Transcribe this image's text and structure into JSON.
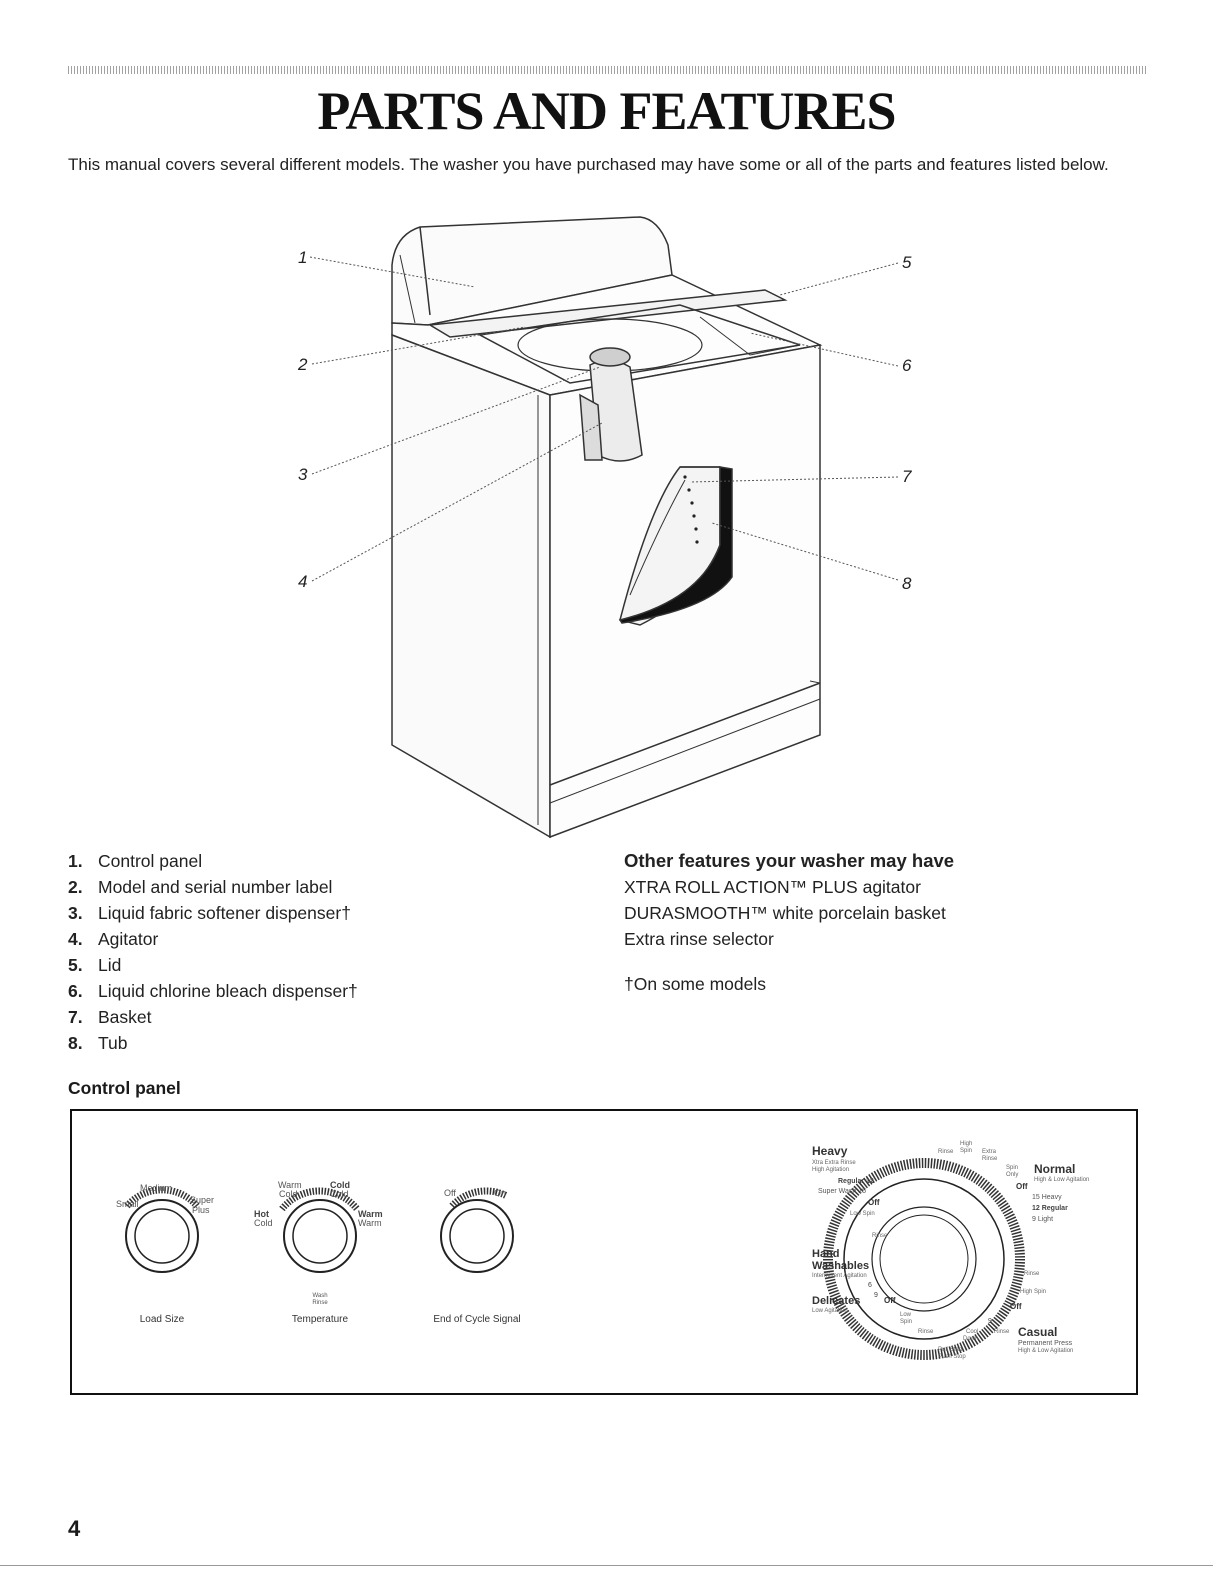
{
  "page": {
    "title": "PARTS AND FEATURES",
    "intro": "This manual covers several different models. The washer you have purchased may have some or all of the parts and features listed below.",
    "page_number": "4"
  },
  "diagram": {
    "callouts": [
      "1",
      "2",
      "3",
      "4",
      "5",
      "6",
      "7",
      "8"
    ]
  },
  "parts": [
    {
      "num": "1.",
      "label": "Control panel"
    },
    {
      "num": "2.",
      "label": "Model and serial number label"
    },
    {
      "num": "3.",
      "label": "Liquid fabric softener dispenser†"
    },
    {
      "num": "4.",
      "label": "Agitator"
    },
    {
      "num": "5.",
      "label": "Lid"
    },
    {
      "num": "6.",
      "label": "Liquid chlorine bleach dispenser†"
    },
    {
      "num": "7.",
      "label": "Basket"
    },
    {
      "num": "8.",
      "label": "Tub"
    }
  ],
  "other_features": {
    "heading": "Other features your washer may have",
    "items": [
      "XTRA ROLL ACTION™ PLUS agitator",
      "DURASMOOTH™ white porcelain basket",
      "Extra rinse selector"
    ],
    "footnote": "†On some models"
  },
  "control_panel": {
    "heading": "Control panel",
    "load_size": {
      "label": "Load Size",
      "options": [
        "Small",
        "Medium",
        "Super",
        "Plus"
      ]
    },
    "temperature": {
      "label": "Temperature",
      "options": [
        "Hot",
        "Cold",
        "Warm",
        "Cold",
        "Cold",
        "Cold",
        "Warm",
        "Warm"
      ],
      "sub": [
        "Wash",
        "Rinse"
      ]
    },
    "end_of_cycle": {
      "label": "End of Cycle Signal",
      "options": [
        "Off",
        "On"
      ]
    },
    "cycle_dial": {
      "heavy": "Heavy",
      "heavy_sub": [
        "Xtra Extra Rinse",
        "High Agitation"
      ],
      "regular_12": "Regular 12",
      "super_wash_15": "Super Wash 15",
      "off_a": "Off",
      "low_spin_a": "Low Spin",
      "rinse_a": "Rinse",
      "hand_washables": [
        "Hand",
        "Washables"
      ],
      "hand_sub": "Intermittent Agitation",
      "six": "6",
      "nine_a": "9",
      "delicates": "Delicates",
      "delicates_sub": "Low Agitation",
      "off_b": "Off",
      "low_spin_b": [
        "Low",
        "Spin"
      ],
      "rinse_b": "Rinse",
      "cool_down": [
        "Cool",
        "Down"
      ],
      "pull_start": [
        "Pull Start",
        "Push Stop"
      ],
      "nine_b": "9",
      "rinse_c": "Rinse",
      "casual": "Casual",
      "permanent_press": "Permanent Press",
      "casual_sub": "High & Low Agitation",
      "off_c": "Off",
      "high_spin": "High Spin",
      "rinse_d": "Rinse",
      "light_9": "9 Light",
      "regular_12b": "12 Regular",
      "heavy_15": "15 Heavy",
      "off_d": "Off",
      "normal": "Normal",
      "normal_sub": "High & Low Agitation",
      "spin_only": [
        "Spin",
        "Only"
      ],
      "extra_rinse": [
        "Extra",
        "Rinse"
      ],
      "high_spin_top": [
        "High",
        "Spin"
      ],
      "rinse_top": "Rinse"
    }
  }
}
